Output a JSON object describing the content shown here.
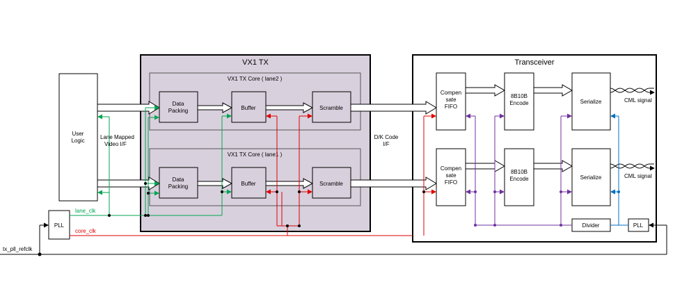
{
  "vx1tx": {
    "title": "VX1 TX",
    "core_lane2": "VX1 TX Core ( lane2 )",
    "core_lane1": "VX1 TX Core ( lane1 )"
  },
  "transceiver": {
    "title": "Transceiver"
  },
  "user_logic": {
    "line1": "User",
    "line2": "Logic"
  },
  "lane_mapped": {
    "line1": "Lane Mapped",
    "line2": "Video I/F"
  },
  "blocks": {
    "data_packing": {
      "line1": "Data",
      "line2": "Packing"
    },
    "buffer": "Buffer",
    "scramble": "Scramble",
    "fifo": {
      "line1": "Compen",
      "line2": "sate",
      "line3": "FIFO"
    },
    "encode": {
      "line1": "8B10B",
      "line2": "Encode"
    },
    "serialize": "Serialize",
    "divider": "Divider",
    "pll": "PLL"
  },
  "dk_code": {
    "line1": "D/K Code",
    "line2": "I/F"
  },
  "cml_signal": "CML signal",
  "signals": {
    "lane_clk": "lane_clk",
    "core_clk": "core_clk",
    "tx_pll_refclk": "tx_pll_refclk"
  },
  "colors": {
    "vx1_fill": "#d9d0dd",
    "lane_clk": "#00a651",
    "core_clk": "#e00000",
    "transceiver_clk": "#7030a0",
    "ref_clk": "#0070c0"
  }
}
